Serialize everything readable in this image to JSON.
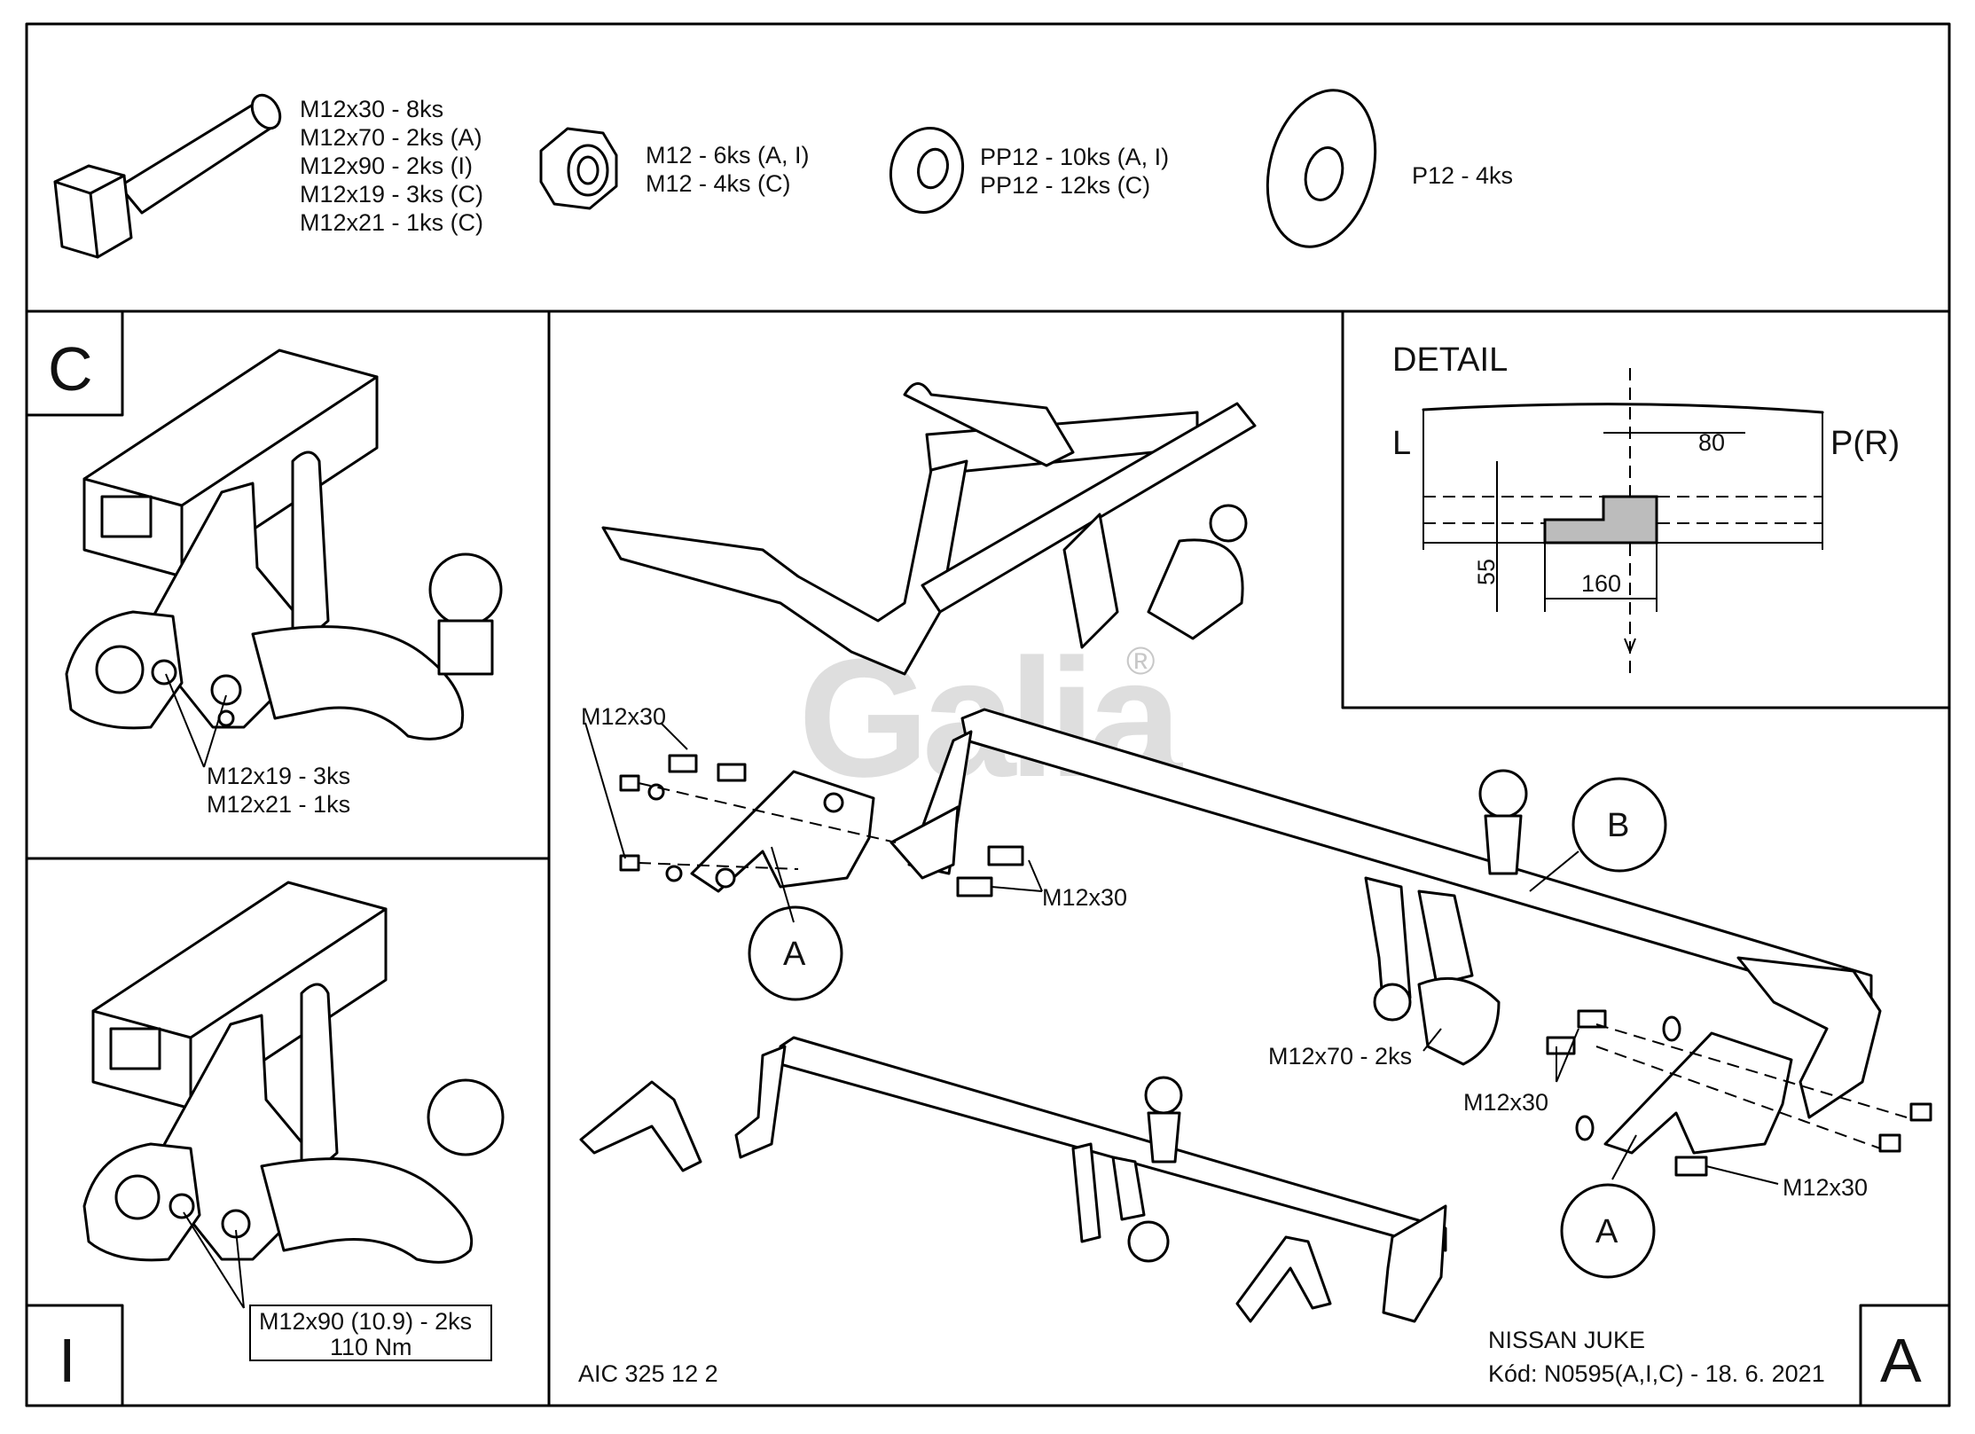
{
  "parts": {
    "bolt": [
      "M12x30 - 8ks",
      "M12x70 - 2ks (A)",
      "M12x90 - 2ks (I)",
      "M12x19 - 3ks (C)",
      "M12x21 - 1ks (C)"
    ],
    "nut": [
      "M12 - 6ks (A, I)",
      "M12 - 4ks (C)"
    ],
    "washer": [
      "PP12 - 10ks (A, I)",
      "PP12 - 12ks (C)"
    ],
    "big_washer": [
      "P12 - 4ks"
    ]
  },
  "panel_c": {
    "letter": "C",
    "bolt_label_1": "M12x19 - 3ks",
    "bolt_label_2": "M12x21 - 1ks"
  },
  "panel_i": {
    "letter": "I",
    "bolt_label": "M12x90 (10.9) - 2ks",
    "torque": "110 Nm"
  },
  "detail": {
    "title": "DETAIL",
    "left": "L",
    "right": "P(R)",
    "dim_80": "80",
    "dim_55": "55",
    "dim_160": "160"
  },
  "main": {
    "callout_a": "A",
    "callout_b": "B",
    "m12x30": "M12x30",
    "m12x70": "M12x70 - 2ks",
    "code": "AIC 325 12 2",
    "watermark": "Galia",
    "registered": "®"
  },
  "footer": {
    "vehicle": "NISSAN JUKE",
    "code_line": "Kód: N0595(A,I,C) - 18. 6. 2021",
    "version": "A"
  }
}
